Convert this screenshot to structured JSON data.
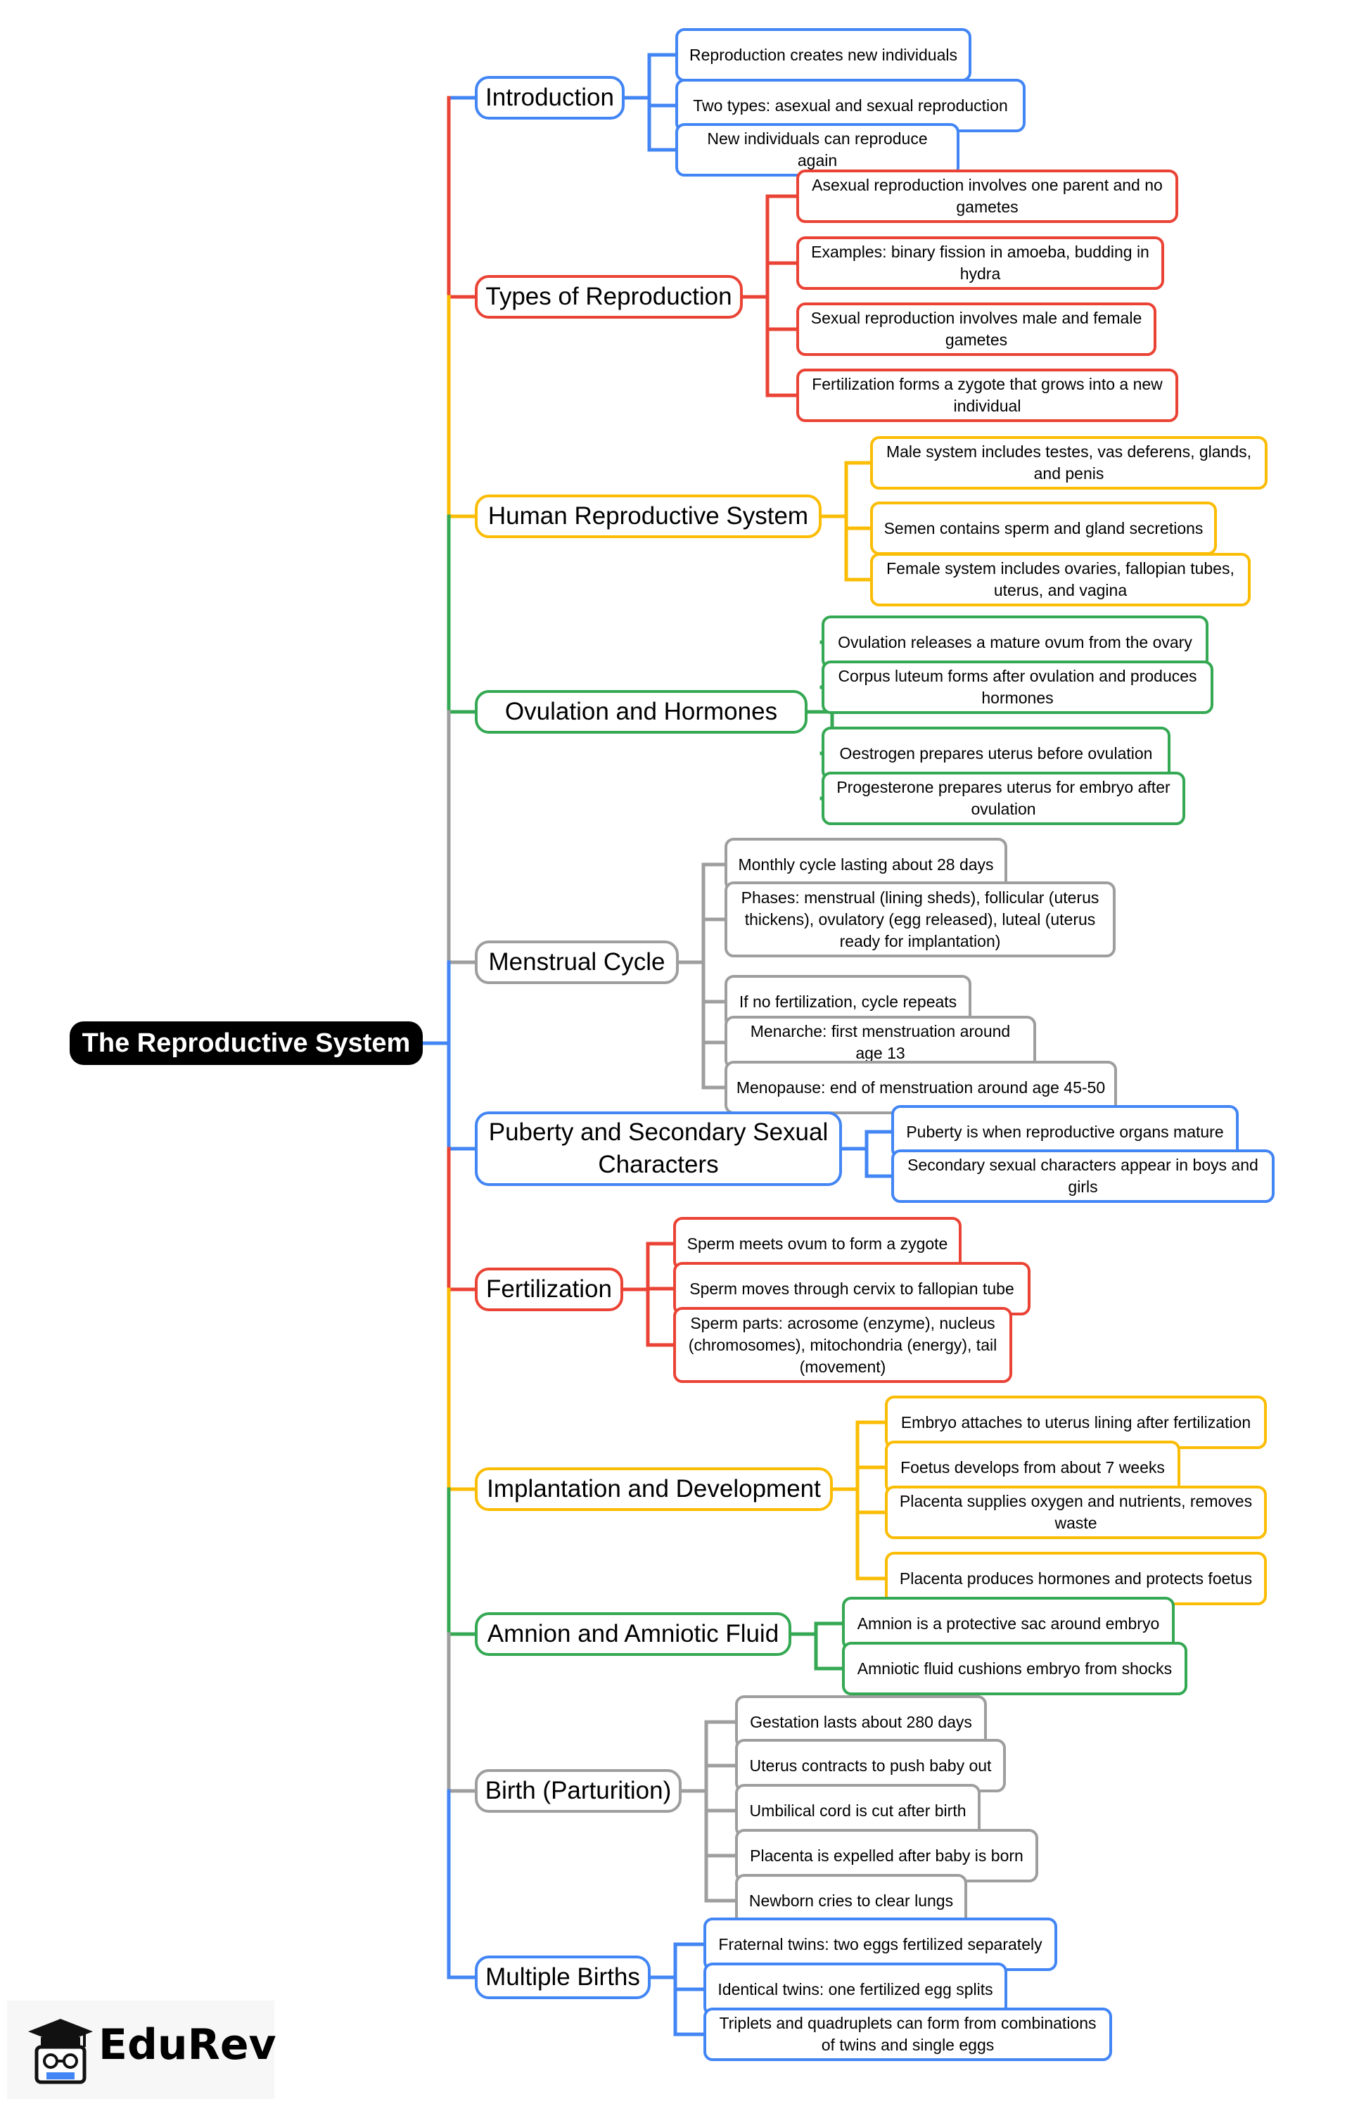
{
  "colors": {
    "blue": "#4285f4",
    "red": "#ea4335",
    "yellow": "#fbbc04",
    "green": "#34a853",
    "gray": "#9e9e9e"
  },
  "root": {
    "label": "The Reproductive System"
  },
  "branches": [
    {
      "label": "Introduction",
      "color": "blue",
      "leaves": [
        "Reproduction creates new individuals",
        "Two types: asexual and sexual reproduction",
        "New individuals can reproduce again"
      ]
    },
    {
      "label": "Types of Reproduction",
      "color": "red",
      "leaves": [
        "Asexual reproduction involves one parent and no gametes",
        "Examples: binary fission in amoeba, budding in hydra",
        "Sexual reproduction involves male and female gametes",
        "Fertilization forms a zygote that grows into a new individual"
      ]
    },
    {
      "label": "Human Reproductive System",
      "color": "yellow",
      "leaves": [
        "Male system includes testes, vas deferens, glands, and penis",
        "Semen contains sperm and gland secretions",
        "Female system includes ovaries, fallopian tubes, uterus, and vagina"
      ]
    },
    {
      "label": "Ovulation and Hormones",
      "color": "green",
      "leaves": [
        "Ovulation releases a mature ovum from the ovary",
        "Corpus luteum forms after ovulation and produces hormones",
        "Oestrogen prepares uterus before ovulation",
        "Progesterone prepares uterus for embryo after ovulation"
      ]
    },
    {
      "label": "Menstrual Cycle",
      "color": "gray",
      "leaves": [
        "Monthly cycle lasting about 28 days",
        "Phases: menstrual (lining sheds), follicular (uterus thickens), ovulatory (egg released), luteal (uterus ready for implantation)",
        "If no fertilization, cycle repeats",
        "Menarche: first menstruation around age 13",
        "Menopause: end of menstruation around age 45-50"
      ]
    },
    {
      "label": "Puberty and Secondary Sexual Characters",
      "color": "blue",
      "leaves": [
        "Puberty is when reproductive organs mature",
        "Secondary sexual characters appear in boys and girls"
      ]
    },
    {
      "label": "Fertilization",
      "color": "red",
      "leaves": [
        "Sperm meets ovum to form a zygote",
        "Sperm moves through cervix to fallopian tube",
        "Sperm parts: acrosome (enzyme), nucleus (chromosomes), mitochondria (energy), tail (movement)"
      ]
    },
    {
      "label": "Implantation and Development",
      "color": "yellow",
      "leaves": [
        "Embryo attaches to uterus lining after fertilization",
        "Foetus develops from about 7 weeks",
        "Placenta supplies oxygen and nutrients, removes waste",
        "Placenta produces hormones and protects foetus"
      ]
    },
    {
      "label": "Amnion and Amniotic Fluid",
      "color": "green",
      "leaves": [
        "Amnion is a protective sac around embryo",
        "Amniotic fluid cushions embryo from shocks"
      ]
    },
    {
      "label": "Birth (Parturition)",
      "color": "gray",
      "leaves": [
        "Gestation lasts about 280 days",
        "Uterus contracts to push baby out",
        "Umbilical cord is cut after birth",
        "Placenta is expelled after baby is born",
        "Newborn cries to clear lungs"
      ]
    },
    {
      "label": "Multiple Births",
      "color": "blue",
      "leaves": [
        "Fraternal twins: two eggs fertilized separately",
        "Identical twins: one fertilized egg splits",
        "Triplets and quadruplets can form from combinations of twins and single eggs"
      ]
    }
  ],
  "logo": {
    "text": "EduRev",
    "icon": "graduation-cap-icon"
  }
}
